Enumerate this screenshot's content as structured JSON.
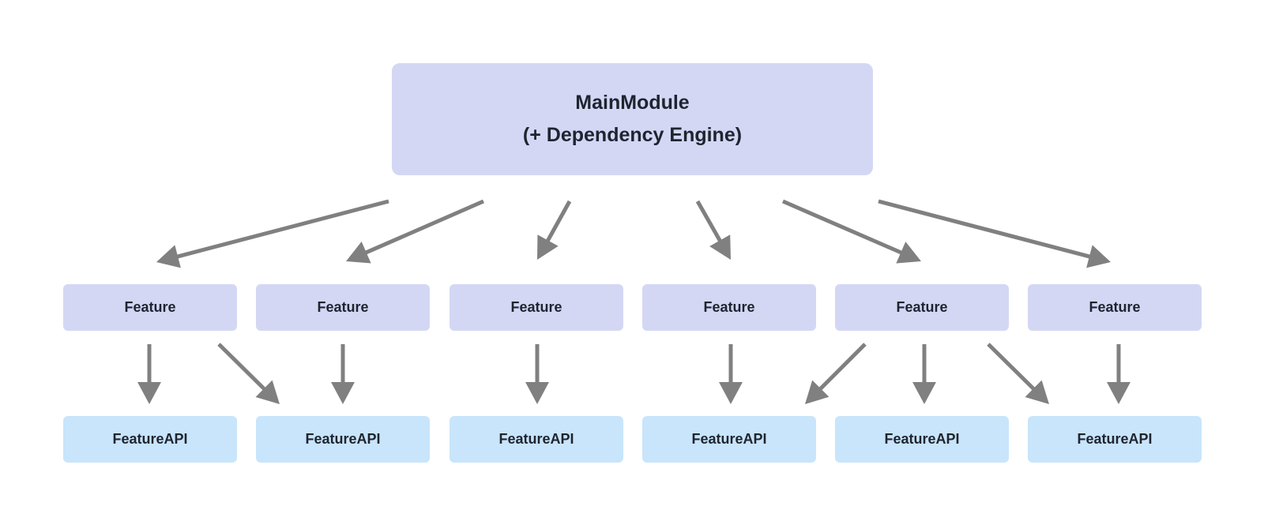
{
  "colors": {
    "background": "#ffffff",
    "main_node_fill": "#d4d7f4",
    "feature_fill": "#d4d7f4",
    "api_fill": "#c8e5fb",
    "arrow": "#808080",
    "text": "#1f2430"
  },
  "main_module": {
    "line1": "MainModule",
    "line2": "(+ Dependency Engine)"
  },
  "features": [
    {
      "label": "Feature"
    },
    {
      "label": "Feature"
    },
    {
      "label": "Feature"
    },
    {
      "label": "Feature"
    },
    {
      "label": "Feature"
    },
    {
      "label": "Feature"
    }
  ],
  "feature_apis": [
    {
      "label": "FeatureAPI"
    },
    {
      "label": "FeatureAPI"
    },
    {
      "label": "FeatureAPI"
    },
    {
      "label": "FeatureAPI"
    },
    {
      "label": "FeatureAPI"
    },
    {
      "label": "FeatureAPI"
    }
  ],
  "edges": [
    {
      "from": "main",
      "to": "feature-1"
    },
    {
      "from": "main",
      "to": "feature-2"
    },
    {
      "from": "main",
      "to": "feature-3"
    },
    {
      "from": "main",
      "to": "feature-4"
    },
    {
      "from": "main",
      "to": "feature-5"
    },
    {
      "from": "main",
      "to": "feature-6"
    },
    {
      "from": "feature-1",
      "to": "api-1"
    },
    {
      "from": "feature-1",
      "to": "api-2"
    },
    {
      "from": "feature-2",
      "to": "api-2"
    },
    {
      "from": "feature-3",
      "to": "api-3"
    },
    {
      "from": "feature-4",
      "to": "api-4"
    },
    {
      "from": "feature-5",
      "to": "api-4"
    },
    {
      "from": "feature-5",
      "to": "api-5"
    },
    {
      "from": "feature-5",
      "to": "api-6"
    },
    {
      "from": "feature-6",
      "to": "api-6"
    }
  ]
}
